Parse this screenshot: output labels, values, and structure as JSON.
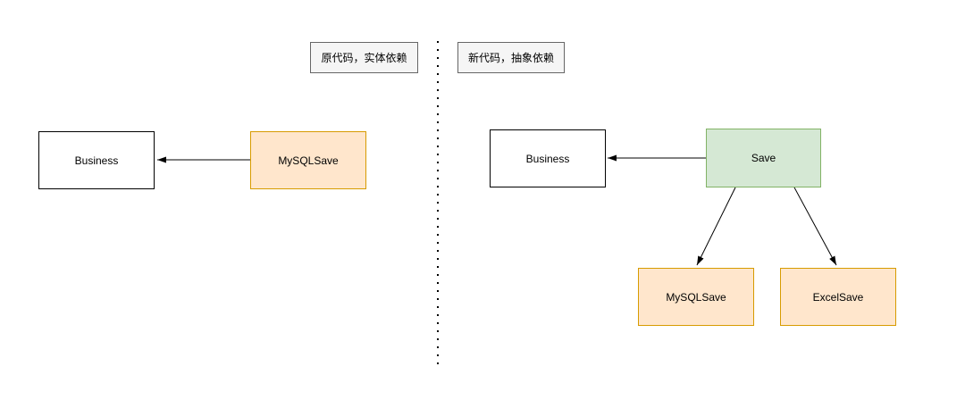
{
  "colors": {
    "orange_fill": "#FFE6CC",
    "orange_border": "#D79B00",
    "green_fill": "#D5E8D4",
    "green_border": "#82B366",
    "caption_fill": "#F5F5F5",
    "caption_border": "#666666",
    "box_border": "#000000",
    "arrow": "#000000"
  },
  "left_panel": {
    "caption": "原代码，实体依赖",
    "business_label": "Business",
    "mysqlsave_label": "MySQLSave"
  },
  "right_panel": {
    "caption": "新代码，抽象依赖",
    "business_label": "Business",
    "save_label": "Save",
    "mysqlsave_label": "MySQLSave",
    "excelsave_label": "ExcelSave"
  }
}
